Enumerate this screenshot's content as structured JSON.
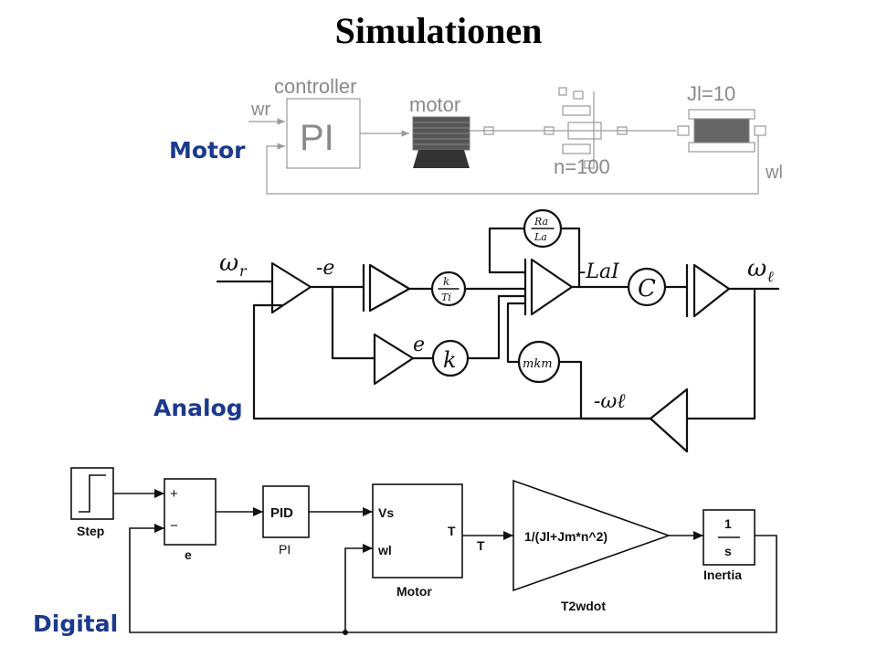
{
  "title": "Simulationen",
  "sections": {
    "motor": "Motor",
    "analog": "Analog",
    "digital": "Digital"
  },
  "motor_diagram": {
    "controller_label": "controller",
    "pi_label": "PI",
    "motor_label": "motor",
    "wr_label": "wr",
    "gear_label": "n=100",
    "inertia_label": "Jl=10",
    "wl_label": "wl"
  },
  "analog_diagram": {
    "input_label": "ω",
    "input_sub": "r",
    "minus_e_label": "-e",
    "k_over_ti_num": "k",
    "k_over_ti_den": "Ti",
    "ra_num": "Ra",
    "ra_den": "La",
    "la_i_label": "-LaI",
    "c_label": "C",
    "output_label": "ω",
    "output_sub": "ℓ",
    "e_label": "e",
    "k_label": "k",
    "mkm_label": "mkm",
    "minus_wl_label": "-ωℓ"
  },
  "digital_diagram": {
    "step_label": "Step",
    "sum_plus": "+",
    "sum_minus": "−",
    "sum_label": "e",
    "pid_text": "PID",
    "pid_label": "PI",
    "motor_in_vs": "Vs",
    "motor_in_wl": "wl",
    "motor_out_t": "T",
    "motor_label": "Motor",
    "signal_t": "T",
    "gain_text": "1/(Jl+Jm*n^2)",
    "gain_label": "T2wdot",
    "integ_num": "1",
    "integ_den": "s",
    "integ_label": "Inertia"
  }
}
